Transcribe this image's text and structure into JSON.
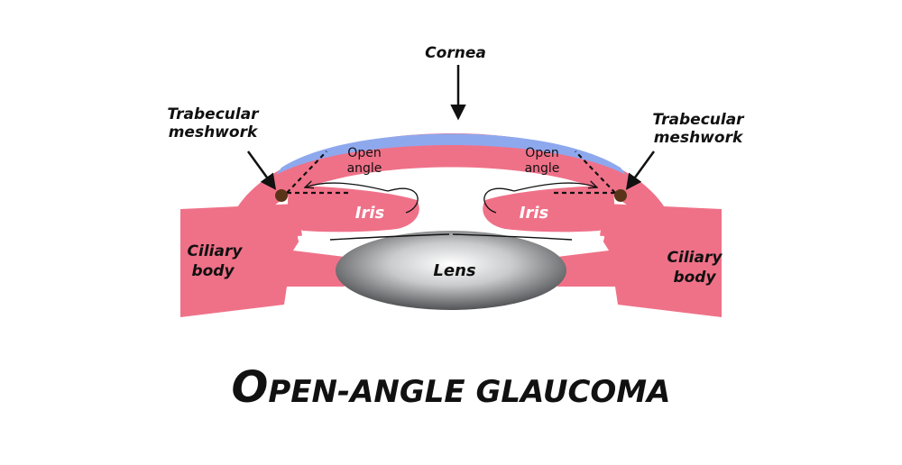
{
  "title": {
    "first_letter": "O",
    "rest": "PEN-ANGLE GLAUCOMA",
    "full": "Open-angle glaucoma"
  },
  "labels": {
    "cornea": "Cornea",
    "trabecular_left_line1": "Trabecular",
    "trabecular_left_line2": "meshwork",
    "trabecular_right_line1": "Trabecular",
    "trabecular_right_line2": "meshwork",
    "open_angle_left_line1": "Open",
    "open_angle_left_line2": "angle",
    "open_angle_right_line1": "Open",
    "open_angle_right_line2": "angle",
    "iris_left": "Iris",
    "iris_right": "Iris",
    "lens": "Lens",
    "ciliary_left_line1": "Ciliary",
    "ciliary_left_line2": "body",
    "ciliary_right_line1": "Ciliary",
    "ciliary_right_line2": "body"
  },
  "colors": {
    "tissue_pink": "#ef7188",
    "cornea_blue": "#8ea8ee",
    "meshwork_brown": "#5a3418",
    "text": "#111111"
  }
}
